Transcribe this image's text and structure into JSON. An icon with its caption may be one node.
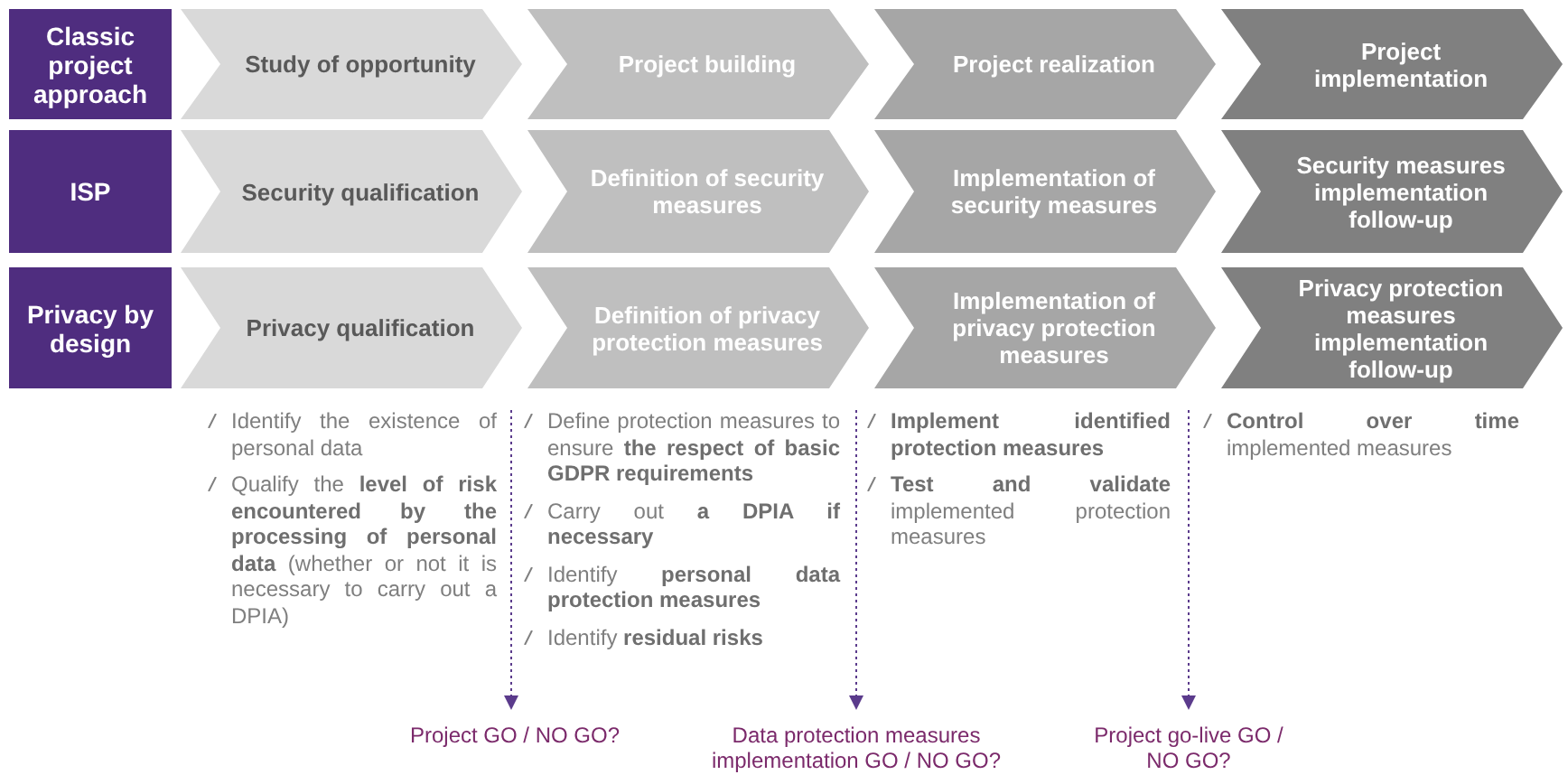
{
  "diagram": {
    "nodes": [
      {
        "text": [
          "Classic project approach"
        ]
      },
      {
        "text": [
          "Study of opportunity"
        ]
      },
      {
        "text": [
          "Project building"
        ]
      },
      {
        "text": [
          "Project realization"
        ]
      },
      {
        "text": [
          "Project implementation"
        ]
      },
      {
        "text": [
          "ISP"
        ]
      },
      {
        "text": [
          "Security qualification"
        ]
      },
      {
        "text": [
          "Definition of security measures"
        ]
      },
      {
        "text": [
          "Implementation of security measures"
        ]
      },
      {
        "text": [
          "Security measures implementation follow-up"
        ]
      },
      {
        "text": [
          "Privacy by design"
        ]
      },
      {
        "text": [
          "Privacy qualification"
        ]
      },
      {
        "text": [
          "Definition of privacy protection measures"
        ]
      },
      {
        "text": [
          "Implementation of privacy protection measures"
        ]
      },
      {
        "text": [
          "Privacy protection measures implementation follow-up"
        ]
      },
      {
        "text": [
          "Project GO / NO GO?"
        ]
      },
      {
        "text": [
          "Data protection measures implementation GO / NO GO?"
        ]
      },
      {
        "text": [
          "Project go-live GO / NO GO?"
        ]
      }
    ],
    "edges": [
      {
        "from": null,
        "to": 15,
        "arrow": "to",
        "style": "dashed"
      },
      {
        "from": null,
        "to": 16,
        "arrow": "to",
        "style": "dashed"
      },
      {
        "from": null,
        "to": 17,
        "arrow": "to",
        "style": "dashed"
      }
    ],
    "labels": [
      "Identify the existence of personal data",
      "Qualify the **level of risk encountered by the processing of personal data** (whether or not it is necessary to carry out a DPIA)",
      "Define protection measures to ensure **the respect of basic GDPR requirements**",
      "Carry out **a DPIA if necessary**",
      "Identify **personal data protection measures**",
      "Identify **residual risks**",
      "Implement identified protection measures",
      "**Test and validate** implemented protection measures",
      "**Control over time** implemented measures"
    ]
  }
}
